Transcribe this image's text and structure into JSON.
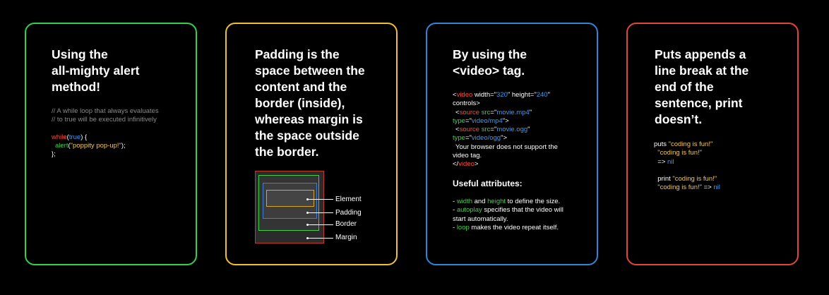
{
  "cards": [
    {
      "color": "#2fd24a",
      "title": [
        "Using the",
        "all-mighty alert",
        "method!"
      ],
      "comments": [
        "// A while loop that always evaluates",
        "// to true will be executed infinitively"
      ],
      "code": {
        "kw_while": "while",
        "paren_open": "(",
        "kw_true": "true",
        "paren_close": ") {",
        "fn_alert": "alert",
        "alert_open": "(",
        "string": "\"poppity pop-up!\"",
        "alert_close": ");",
        "end": "};"
      }
    },
    {
      "color": "#f2c12e",
      "title": [
        "Padding is the",
        "space between the",
        "content and the",
        "border (inside),",
        "whereas margin is",
        "the space outside",
        "the border."
      ],
      "diagram_labels": [
        "Element",
        "Padding",
        "Border",
        "Margin"
      ]
    },
    {
      "color": "#2f86d8",
      "title": [
        "By using the",
        "<video> tag."
      ],
      "code": {
        "l1_open": "<",
        "l1_tag": "video",
        "l1_attr1": " width=\"",
        "l1_val1": "320",
        "l1_attr2": "\" height=\"",
        "l1_val2": "240",
        "l1_end": "\"",
        "l2": "controls>",
        "l3_open": "  <",
        "l3_tag": "source",
        "l3_attr": " src",
        "l3_eq": "=\"",
        "l3_val": "movie.mp4",
        "l3_end": "\"",
        "l4_attr": "type",
        "l4_eq": "=\"",
        "l4_val": "video/mp4",
        "l4_end": "\">",
        "l5_open": "  <",
        "l5_tag": "source",
        "l5_attr": " src",
        "l5_eq": "=\"",
        "l5_val": "movie.ogg",
        "l5_end": "\"",
        "l6_attr": "type",
        "l6_eq": "=\"",
        "l6_val": "video/ogg",
        "l6_end": "\">",
        "l7": "  Your browser does not support the",
        "l8": "video tag.",
        "l9_open": "</",
        "l9_tag": "video",
        "l9_end": ">"
      },
      "subhead": "Useful attributes:",
      "attrs": {
        "a1_dash": "- ",
        "a1_k1": "width",
        "a1_and": " and ",
        "a1_k2": "height",
        "a1_rest": " to define the size.",
        "a2_dash": "- ",
        "a2_k": "autoplay",
        "a2_rest": " specifies that the video will",
        "a2_rest2": "start automatically.",
        "a3_dash": "- ",
        "a3_k": "loop",
        "a3_rest": " makes the video repeat itself."
      }
    },
    {
      "color": "#e0473a",
      "title": [
        "Puts appends a",
        "line break at the",
        "end of the",
        "sentence, print",
        "doesn’t."
      ],
      "code": {
        "puts_kw": "puts ",
        "puts_str": "\"coding is fun!\"",
        "puts_out": "  \"coding is fun!\"",
        "puts_arrow": "  => ",
        "puts_nil": "nil",
        "print_kw": "  print ",
        "print_str": "\"coding is fun!\"",
        "print_out": "  \"coding is fun!\"",
        "print_arrow": " => ",
        "print_nil": "nil"
      }
    }
  ]
}
